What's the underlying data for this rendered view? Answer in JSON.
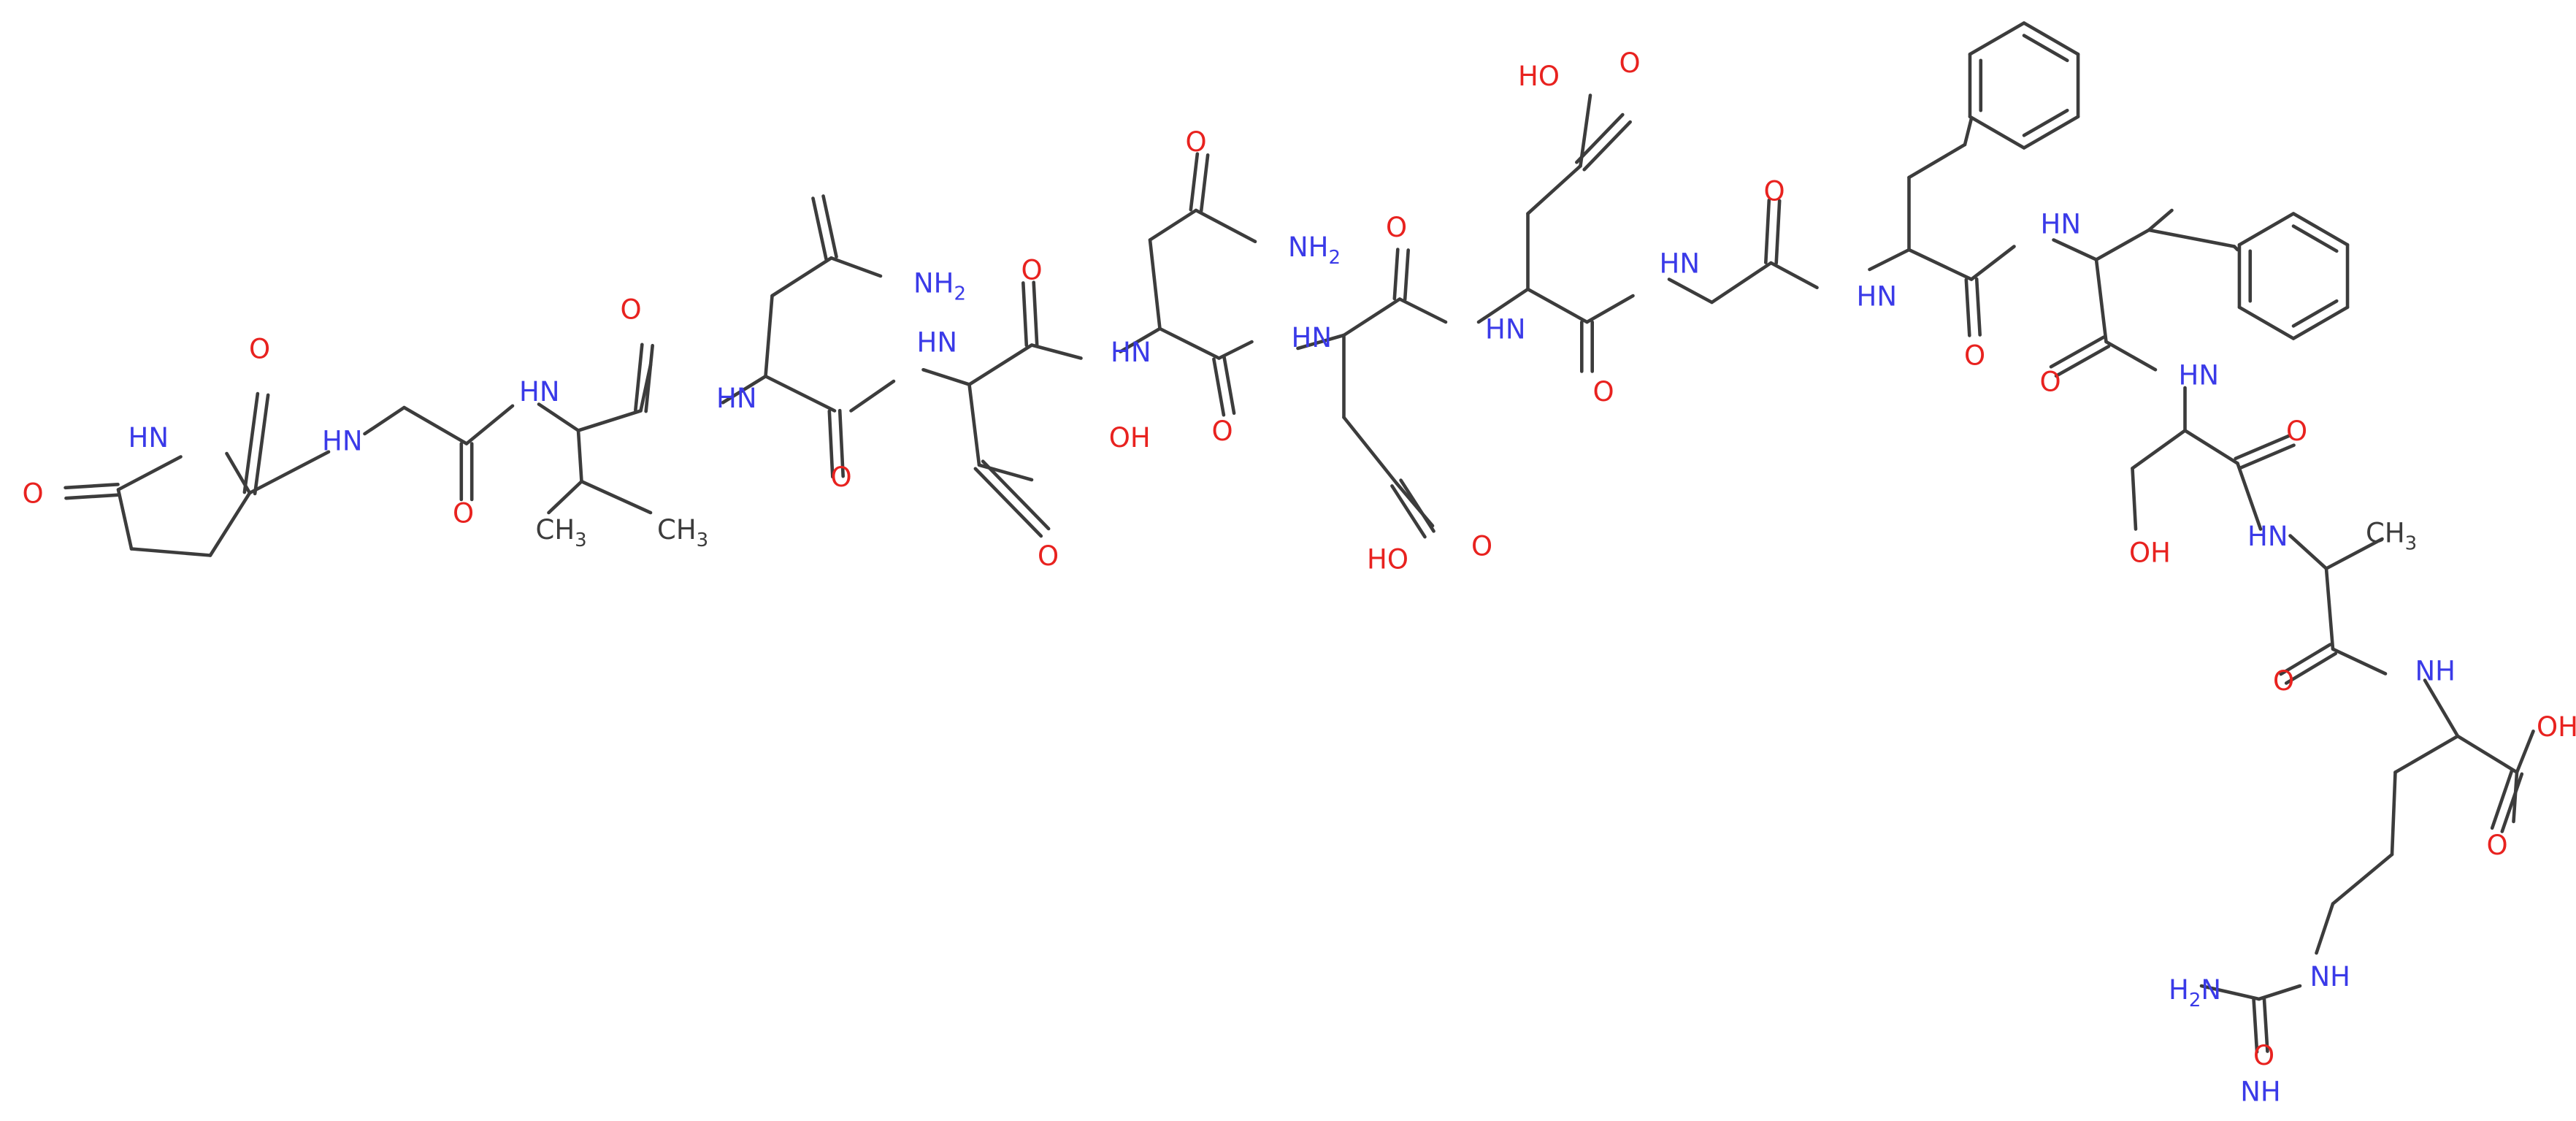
{
  "molecule": {
    "atom_labels": [
      {
        "text": "O",
        "cls": "O"
      },
      {
        "text": "HN",
        "cls": "N"
      },
      {
        "text": "O",
        "cls": "O"
      },
      {
        "text": "HN",
        "cls": "N"
      },
      {
        "text": "O",
        "cls": "O"
      },
      {
        "text": "HN",
        "cls": "N"
      },
      {
        "text": "CH3",
        "cls": "C"
      },
      {
        "text": "CH3",
        "cls": "C"
      },
      {
        "text": "O",
        "cls": "O"
      },
      {
        "text": "HN",
        "cls": "N"
      },
      {
        "text": "O",
        "cls": "O"
      },
      {
        "text": "NH2",
        "cls": "N"
      },
      {
        "text": "O",
        "cls": "O"
      },
      {
        "text": "HN",
        "cls": "N"
      },
      {
        "text": "OH",
        "cls": "O"
      },
      {
        "text": "O",
        "cls": "O"
      },
      {
        "text": "O",
        "cls": "O"
      },
      {
        "text": "HN",
        "cls": "N"
      },
      {
        "text": "O",
        "cls": "O"
      },
      {
        "text": "NH2",
        "cls": "N"
      },
      {
        "text": "O",
        "cls": "O"
      },
      {
        "text": "HN",
        "cls": "N"
      },
      {
        "text": "HO",
        "cls": "O"
      },
      {
        "text": "O",
        "cls": "O"
      },
      {
        "text": "O",
        "cls": "O"
      },
      {
        "text": "HN",
        "cls": "N"
      },
      {
        "text": "HO",
        "cls": "O"
      },
      {
        "text": "O",
        "cls": "O"
      },
      {
        "text": "O",
        "cls": "O"
      },
      {
        "text": "HN",
        "cls": "N"
      },
      {
        "text": "O",
        "cls": "O"
      },
      {
        "text": "HN",
        "cls": "N"
      },
      {
        "text": "O",
        "cls": "O"
      },
      {
        "text": "HN",
        "cls": "N"
      },
      {
        "text": "O",
        "cls": "O"
      },
      {
        "text": "HN",
        "cls": "N"
      },
      {
        "text": "OH",
        "cls": "O"
      },
      {
        "text": "O",
        "cls": "O"
      },
      {
        "text": "HN",
        "cls": "N"
      },
      {
        "text": "CH3",
        "cls": "C"
      },
      {
        "text": "O",
        "cls": "O"
      },
      {
        "text": "NH",
        "cls": "N"
      },
      {
        "text": "OH",
        "cls": "O"
      },
      {
        "text": "O",
        "cls": "O"
      },
      {
        "text": "NH",
        "cls": "N"
      },
      {
        "text": "H2N",
        "cls": "N"
      },
      {
        "text": "NH",
        "cls": "N"
      }
    ]
  }
}
